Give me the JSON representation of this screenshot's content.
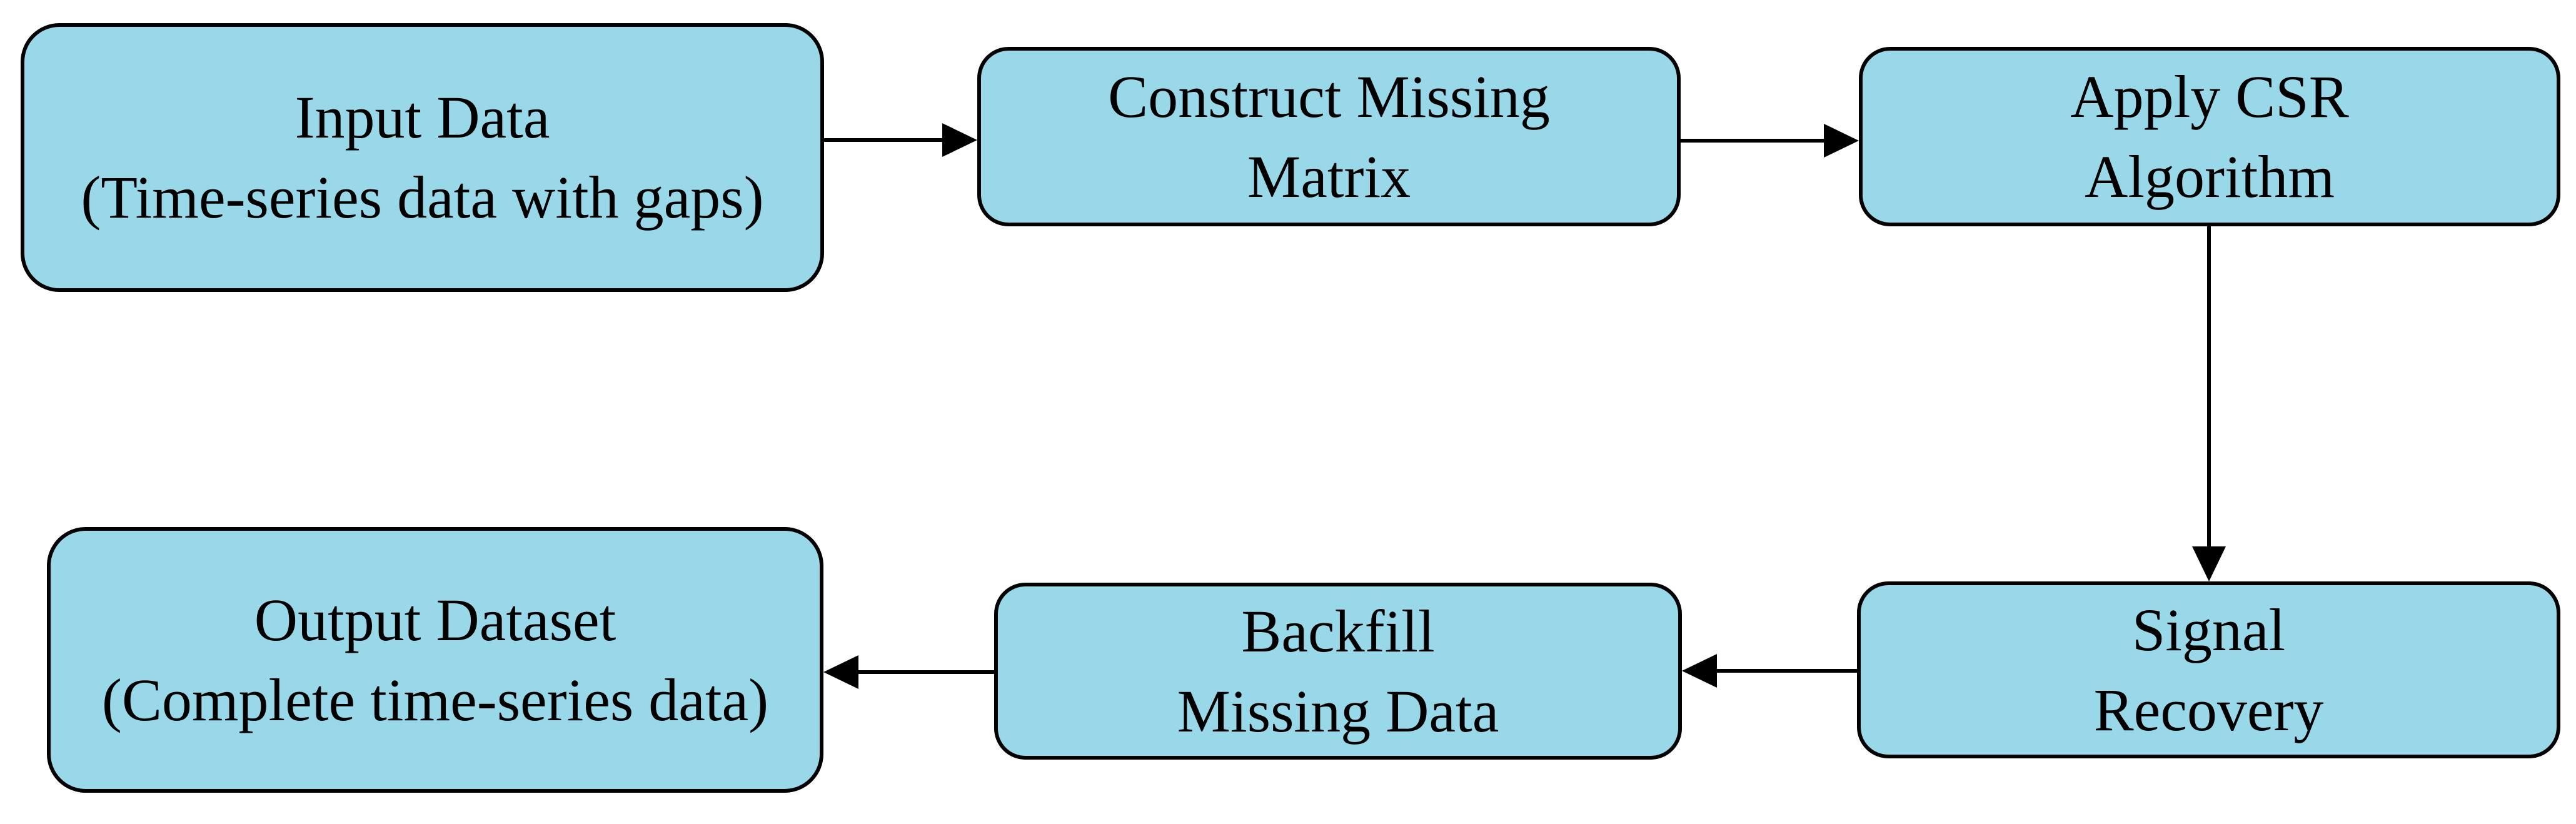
{
  "diagram": {
    "type": "flowchart",
    "colors": {
      "background": "#ffffff",
      "node_fill": "#99d8e8",
      "node_border": "#000000",
      "text": "#000000",
      "arrow": "#000000"
    },
    "nodes": [
      {
        "id": "input-data",
        "line1": "Input Data",
        "line2": "(Time-series data with gaps)"
      },
      {
        "id": "construct-missing-matrix",
        "line1": "Construct Missing",
        "line2": "Matrix"
      },
      {
        "id": "apply-csr-algorithm",
        "line1": "Apply CSR",
        "line2": "Algorithm"
      },
      {
        "id": "signal-recovery",
        "line1": "Signal",
        "line2": "Recovery"
      },
      {
        "id": "backfill-missing-data",
        "line1": "Backfill",
        "line2": "Missing Data"
      },
      {
        "id": "output-dataset",
        "line1": "Output Dataset",
        "line2": "(Complete time-series data)"
      }
    ],
    "edges": [
      {
        "from": "Input Data",
        "to": "Construct Missing Matrix",
        "direction": "right"
      },
      {
        "from": "Construct Missing Matrix",
        "to": "Apply CSR Algorithm",
        "direction": "right"
      },
      {
        "from": "Apply CSR Algorithm",
        "to": "Signal Recovery",
        "direction": "down"
      },
      {
        "from": "Signal Recovery",
        "to": "Backfill Missing Data",
        "direction": "left"
      },
      {
        "from": "Backfill Missing Data",
        "to": "Output Dataset",
        "direction": "left"
      }
    ]
  }
}
